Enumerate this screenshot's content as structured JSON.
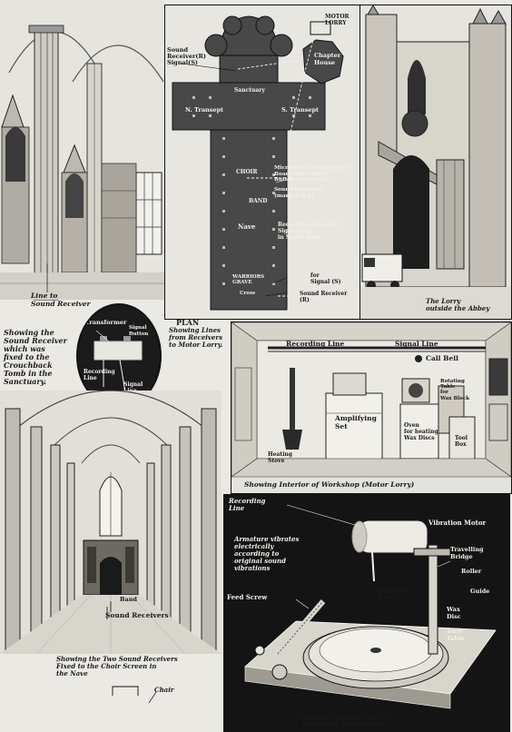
{
  "plan": {
    "title": "PLAN",
    "subtitle": "Showing Lines\nfrom Receivers\nto Motor Lorry.",
    "labels": {
      "motor_lorry": "MOTOR\nLORRY",
      "chapter_house": "Chapter\nHouse",
      "sound_receiver_signal": "Sound\nReceiver(R)\nSignal(S)",
      "sanctuary": "Sanctuary",
      "n_transept": "N. Transept",
      "s_transept": "S. Transept",
      "choir": "CHOIR",
      "band": "BAND",
      "nave": "Nave",
      "warriors_grave": "WARRIORS\nGRAVE",
      "microphone": "Microphone Transformer\nBoard with Signal\nButton (marked S)",
      "sound_receivers_rr": "Sound Receivers\n(marked R R)",
      "recording_line": "Recording Line and\nSignal Line\nin South Aisle",
      "for_signal": "for\nSignal (S)",
      "sound_receiver_r": "Sound Receiver\n(R)",
      "cross": "Cross"
    }
  },
  "exterior": {
    "caption": "The Lorry\noutside the Abbey"
  },
  "sanctuary_panel": {
    "line_label": "Line to\nSound Receiver",
    "caption": "Showing the\nSound Receiver\nwhich was\nfixed to the\nCrouchback\nTomb in the\nSanctuary."
  },
  "circle": {
    "transformer": "Transformer",
    "signal_button": "Signal\nButton",
    "recording_line": "Recording\nLine",
    "signal_line": "Signal\nLine"
  },
  "workshop": {
    "recording_line": "Recording Line",
    "signal_line": "Signal Line",
    "call_bell": "Call Bell",
    "amplifying_set": "Amplifying\nSet",
    "rotating_table": "Rotating\nTable\nfor\nWax Block",
    "oven": "Oven\nfor heating\nWax Discs",
    "tool_box": "Tool\nBox",
    "heating_stove": "Heating\nStove",
    "caption": "Showing Interior of Workshop (Motor Lorry)"
  },
  "nave_panel": {
    "band": "Band",
    "sound_receivers": "Sound Receivers",
    "caption": "Showing the Two Sound Receivers\nFixed to the Choir Screen in\nthe Nave",
    "chair": "Chair"
  },
  "mechanism": {
    "recording_line": "Recording\nLine",
    "vibration_motor": "Vibration Motor",
    "armature": "Armature vibrates\nelectrically\naccording to\noriginal sound\nvibrations",
    "travelling_bridge": "Travelling\nBridge",
    "roller": "Roller",
    "guide": "Guide",
    "feed_screw": "Feed Screw",
    "recording_point": "Recording\nPoint",
    "wax_disc": "Wax\nDisc",
    "turn_table": "Turn-\nTable",
    "caption": "Showing enlarged view of\nRecording Mechanism."
  },
  "colors": {
    "paper": "#ebe9e4",
    "ink": "#1c1c1c",
    "plan_bg": "#4a4a4a",
    "dark_panel": "#151515"
  }
}
